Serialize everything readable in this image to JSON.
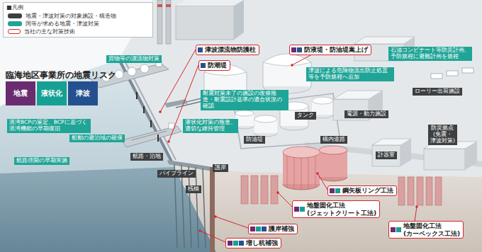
{
  "diagram": {
    "title": "臨海地区事業所の地震リスク",
    "nodes": [
      {
        "text": [
          "津波漂流物防護柱"
        ]
      },
      {
        "text": [
          "防液堤・防油堤嵩上げ"
        ]
      },
      {
        "text": [
          "石油コンビナート等防災計画、予防規程に避難計画を規程"
        ]
      },
      {
        "text": [
          "防潮堤"
        ]
      },
      {
        "text": [
          "貨物等の漂流物対策"
        ]
      },
      {
        "text": [
          "津波による危険物流出防止処置等を予防規程へ追加"
        ]
      },
      {
        "text": [
          "地震"
        ]
      },
      {
        "text": [
          "液状化"
        ]
      },
      {
        "text": [
          "津波"
        ]
      },
      {
        "text": [
          "ローリー出荷施設"
        ]
      },
      {
        "text": [
          "耐震対策未了の施設の改修推進・耐震設計基準の適合状況の確認"
        ]
      },
      {
        "text": [
          "タンク"
        ]
      },
      {
        "text": [
          "電源・動力施設"
        ]
      },
      {
        "text": [
          "液状化対策の推進、適切な維持管理"
        ]
      },
      {
        "text": [
          "港湾BCPの策定、BCPに基づく港湾機能の早期復旧"
        ]
      },
      {
        "text": [
          "防災拠点 (免震・津波対策)"
        ]
      },
      {
        "text": [
          "船舶の避泊域の確保"
        ]
      },
      {
        "text": [
          "防油堤"
        ]
      },
      {
        "text": [
          "構内道路"
        ]
      },
      {
        "text": [
          "計器室"
        ]
      },
      {
        "text": [
          "航路啓開の早期実施"
        ]
      },
      {
        "text": [
          "航路・泊地"
        ]
      },
      {
        "text": [
          "パイプライン"
        ]
      },
      {
        "text": [
          "護岸"
        ]
      },
      {
        "text": [
          "桟橋"
        ]
      },
      {
        "text": [
          "鋼矢板リング工法"
        ]
      },
      {
        "text": [
          "地盤固化工法 (ジェットクリート工法)"
        ]
      },
      {
        "text": [
          "地盤固化工法 (カーベックス工法)"
        ]
      },
      {
        "text": [
          "護岸補強"
        ]
      },
      {
        "text": [
          "増し杭補強"
        ]
      }
    ],
    "labels": [
      "■凡例"
    ],
    "legend": [
      {
        "text": "地震・津波対策の対象施設・構造物",
        "color": "#3d3f42"
      },
      {
        "text": "国等が求める地震・津波対策",
        "color": "#1fa597"
      },
      {
        "text": "当社の主な対策技術"
      }
    ]
  }
}
